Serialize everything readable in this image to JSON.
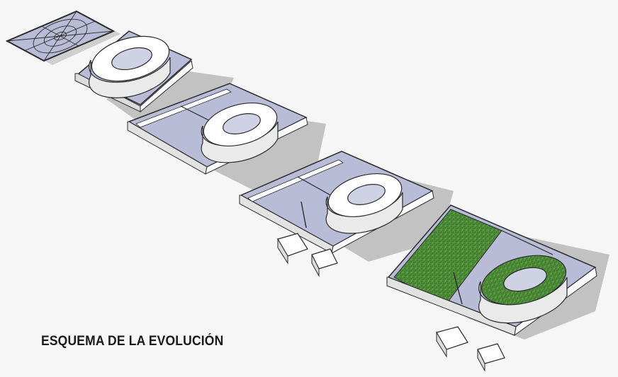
{
  "caption": "ESQUEMA DE LA EVOLUCIÓN",
  "colors": {
    "background": "#f6f6f6",
    "shadow": "#b9b9b9",
    "wall": "#ffffff",
    "wall_side": "#dcdcdc",
    "floor": "#b9bcd6",
    "outline": "#2b2b2b",
    "grass": "#4f8f3a",
    "grass_dark": "#3d7a2c"
  },
  "stages": [
    {
      "stage": 1,
      "label": "grid-plan"
    },
    {
      "stage": 2,
      "label": "ring-in-square"
    },
    {
      "stage": 3,
      "label": "ring-with-courtyards"
    },
    {
      "stage": 4,
      "label": "ring-with-annexes"
    },
    {
      "stage": 5,
      "label": "green-roof"
    }
  ]
}
